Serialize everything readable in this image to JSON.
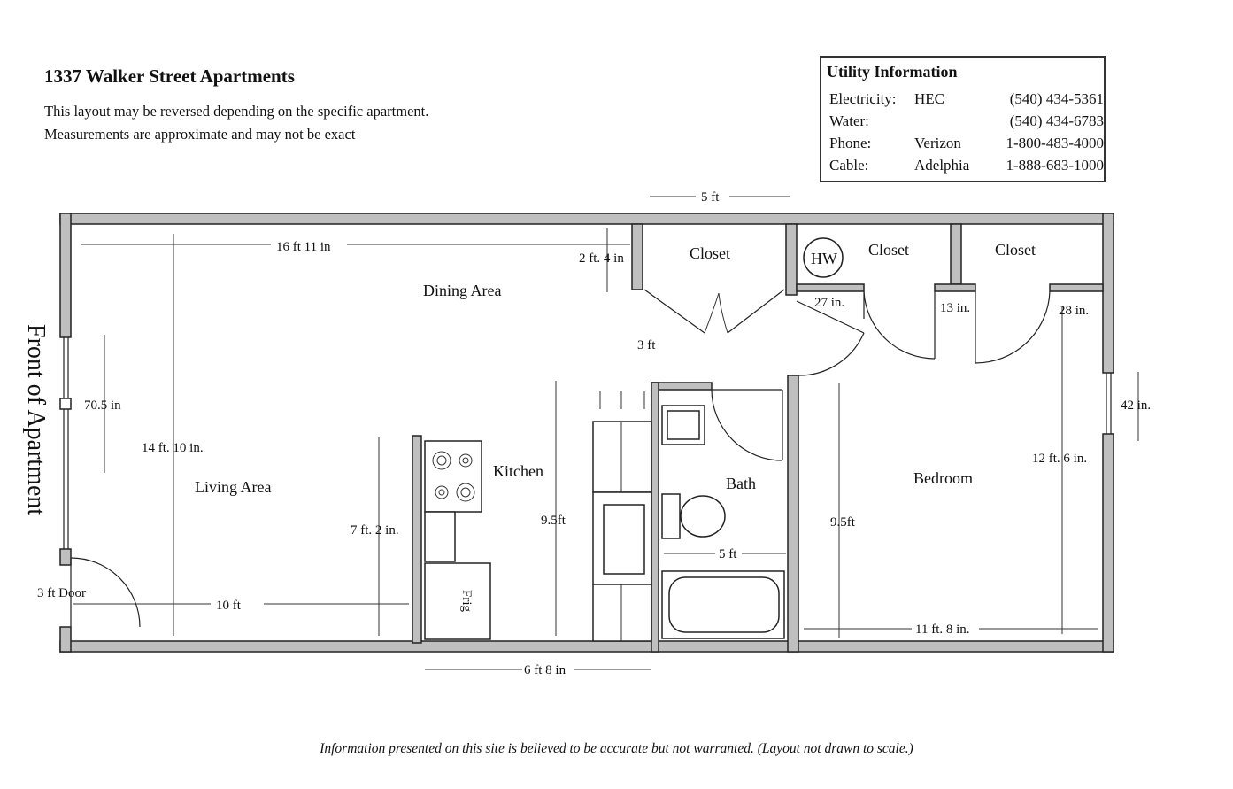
{
  "header": {
    "title": "1337 Walker Street Apartments",
    "note_line1": "This layout may be reversed depending on the specific apartment.",
    "note_line2": "Measurements are approximate and may not be exact"
  },
  "utility": {
    "title": "Utility Information",
    "rows": [
      {
        "label": "Electricity:",
        "provider": "HEC",
        "phone": "(540) 434-5361"
      },
      {
        "label": "Water:",
        "provider": "",
        "phone": "(540) 434-6783"
      },
      {
        "label": "Phone:",
        "provider": "Verizon",
        "phone": "1-800-483-4000"
      },
      {
        "label": "Cable:",
        "provider": "Adelphia",
        "phone": "1-888-683-1000"
      }
    ]
  },
  "rooms": {
    "dining": "Dining Area",
    "living": "Living Area",
    "kitchen": "Kitchen",
    "bath": "Bath",
    "bedroom": "Bedroom",
    "closet1": "Closet",
    "closet2": "Closet",
    "closet3": "Closet",
    "front": "Front of Apartment",
    "water_heater": "HW",
    "fridge": "Frig"
  },
  "dimensions": {
    "top_width": "5 ft",
    "dining_width": "16 ft 11 in",
    "closet_offset": "2 ft. 4 in",
    "door_27": "27 in.",
    "door_13": "13 in.",
    "door_28": "28 in.",
    "hall_3ft": "3 ft",
    "window": "70.5 in",
    "living_depth": "14 ft. 10 in.",
    "kitchen_depth": "7 ft. 2 in.",
    "kitchen_9_5": "9.5ft",
    "bath_width": "5 ft",
    "bedroom_9_5": "9.5ft",
    "bedroom_depth": "12 ft. 6 in.",
    "bed_window": "42 in.",
    "front_door": "3 ft Door",
    "living_width": "10 ft",
    "bedroom_width": "11 ft. 8 in.",
    "bottom_width": "6 ft 8 in"
  },
  "footer": "Information presented on this site is believed to be accurate but not warranted.  (Layout not drawn to scale.)"
}
